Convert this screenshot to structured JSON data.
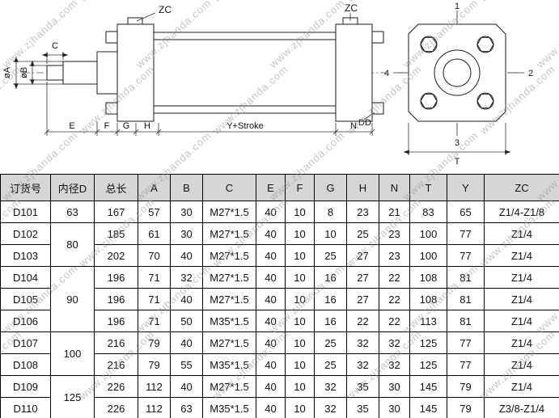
{
  "watermark": {
    "text": "www.zjhanda.com"
  },
  "diagram": {
    "labels": {
      "zc_left": "ZC",
      "zc_right": "ZC",
      "dia_a": "øA",
      "dia_b": "øB",
      "c": "C",
      "e": "E",
      "f": "F",
      "g": "G",
      "h": "H",
      "y_stroke": "Y+Stroke",
      "n": "N",
      "dd": "DD",
      "t": "T",
      "callout_1": "1",
      "callout_2": "2",
      "callout_3": "3",
      "callout_4": "4"
    }
  },
  "table": {
    "headers": [
      "订货号",
      "内径D",
      "总长",
      "A",
      "B",
      "C",
      "E",
      "F",
      "G",
      "H",
      "N",
      "T",
      "Y",
      "ZC"
    ],
    "rows": [
      {
        "order": "D101",
        "bore": "63",
        "bore_span": 1,
        "cells": [
          "167",
          "57",
          "30",
          "M27*1.5",
          "40",
          "10",
          "8",
          "23",
          "21",
          "83",
          "65",
          "Z1/4-Z1/8"
        ]
      },
      {
        "order": "D102",
        "bore": "80",
        "bore_span": 2,
        "cells": [
          "185",
          "61",
          "30",
          "M27*1.5",
          "40",
          "10",
          "10",
          "25",
          "23",
          "100",
          "77",
          "Z1/4"
        ]
      },
      {
        "order": "D103",
        "cells": [
          "202",
          "70",
          "40",
          "M27*1.5",
          "40",
          "10",
          "25",
          "27",
          "23",
          "100",
          "77",
          "Z1/4"
        ]
      },
      {
        "order": "D104",
        "bore": "90",
        "bore_span": 3,
        "cells": [
          "196",
          "71",
          "32",
          "M27*1.5",
          "40",
          "10",
          "16",
          "27",
          "22",
          "108",
          "81",
          "Z1/4"
        ]
      },
      {
        "order": "D105",
        "cells": [
          "196",
          "71",
          "40",
          "M27*1.5",
          "40",
          "10",
          "16",
          "27",
          "22",
          "108",
          "81",
          "Z1/4"
        ]
      },
      {
        "order": "D106",
        "cells": [
          "196",
          "71",
          "50",
          "M35*1.5",
          "40",
          "10",
          "16",
          "22",
          "22",
          "113",
          "81",
          "Z1/4"
        ]
      },
      {
        "order": "D107",
        "bore": "100",
        "bore_span": 2,
        "cells": [
          "216",
          "79",
          "40",
          "M27*1.5",
          "40",
          "10",
          "25",
          "32",
          "32",
          "125",
          "77",
          "Z1/4"
        ]
      },
      {
        "order": "D108",
        "cells": [
          "216",
          "79",
          "55",
          "M35*1.5",
          "40",
          "10",
          "25",
          "32",
          "32",
          "125",
          "77",
          "Z1/4"
        ]
      },
      {
        "order": "D109",
        "bore": "125",
        "bore_span": 2,
        "cells": [
          "226",
          "112",
          "40",
          "M27*1.5",
          "40",
          "10",
          "32",
          "35",
          "30",
          "145",
          "79",
          "Z1/4"
        ]
      },
      {
        "order": "D110",
        "cells": [
          "226",
          "112",
          "63",
          "M35*1.5",
          "40",
          "10",
          "32",
          "35",
          "30",
          "145",
          "79",
          "Z3/8-Z1/4"
        ]
      }
    ]
  }
}
